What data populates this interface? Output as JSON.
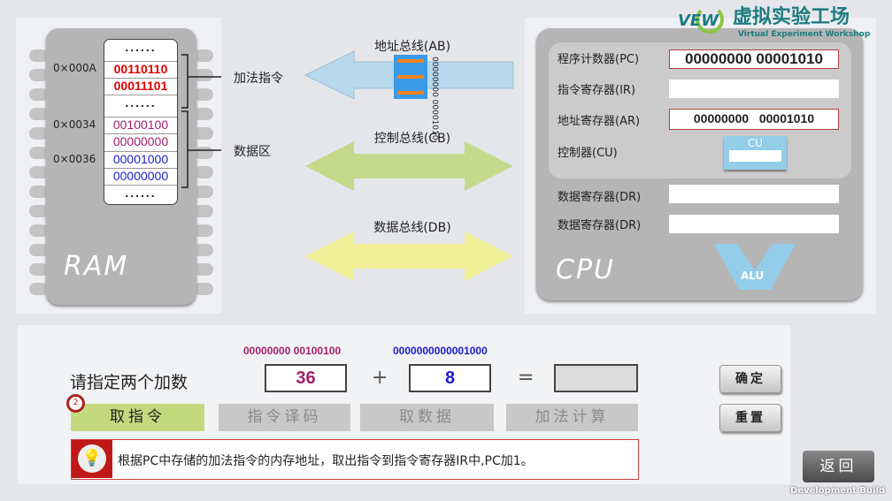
{
  "logo": {
    "brand": "VEW",
    "title": "虚拟实验工场",
    "subtitle": "Virtual Experiment Workshop"
  },
  "ram": {
    "label": "RAM",
    "dots": "......",
    "cells": [
      "00110110",
      "00011101",
      "00100100",
      "00000000",
      "00001000",
      "00000000"
    ],
    "addresses": [
      "0×000A",
      "0×0034",
      "0×0036"
    ],
    "groups": [
      "加法指令",
      "数据区"
    ]
  },
  "buses": {
    "ab": "地址总线(AB)",
    "ab_data": "00000000 00001010",
    "cb": "控制总线(CB)",
    "db": "数据总线(DB)"
  },
  "cpu": {
    "label": "CPU",
    "pc_label": "程序计数器(PC)",
    "pc": "00000000 00001010",
    "ir_label": "指令寄存器(IR)",
    "ir": "",
    "ar_label": "地址寄存器(AR)",
    "ar": "00000000   00001010",
    "cu_label": "控制器(CU)",
    "cu": "CU",
    "dr1_label": "数据寄存器(DR)",
    "dr1": "",
    "dr2_label": "数据寄存器(DR)",
    "dr2": "",
    "alu": "ALU"
  },
  "controls": {
    "prompt": "请指定两个加数",
    "bin_a": "00000000 00100100",
    "bin_b": "0000000000001000",
    "a": "36",
    "plus": "+",
    "b": "8",
    "equals": "=",
    "result": "",
    "step_badge": "2",
    "steps": [
      "取指令",
      "指令译码",
      "取数据",
      "加法计算"
    ],
    "hint": "根据PC中存储的加法指令的内存地址，取出指令到指令寄存器IR中,PC加1。",
    "confirm": "确定",
    "reset": "重置"
  },
  "back": "返回",
  "dev_build": "Development Build",
  "colors": {
    "red": "#e00000",
    "purple": "#a0206a",
    "blue": "#1c1cc8",
    "active_step": "#c4d97e"
  }
}
